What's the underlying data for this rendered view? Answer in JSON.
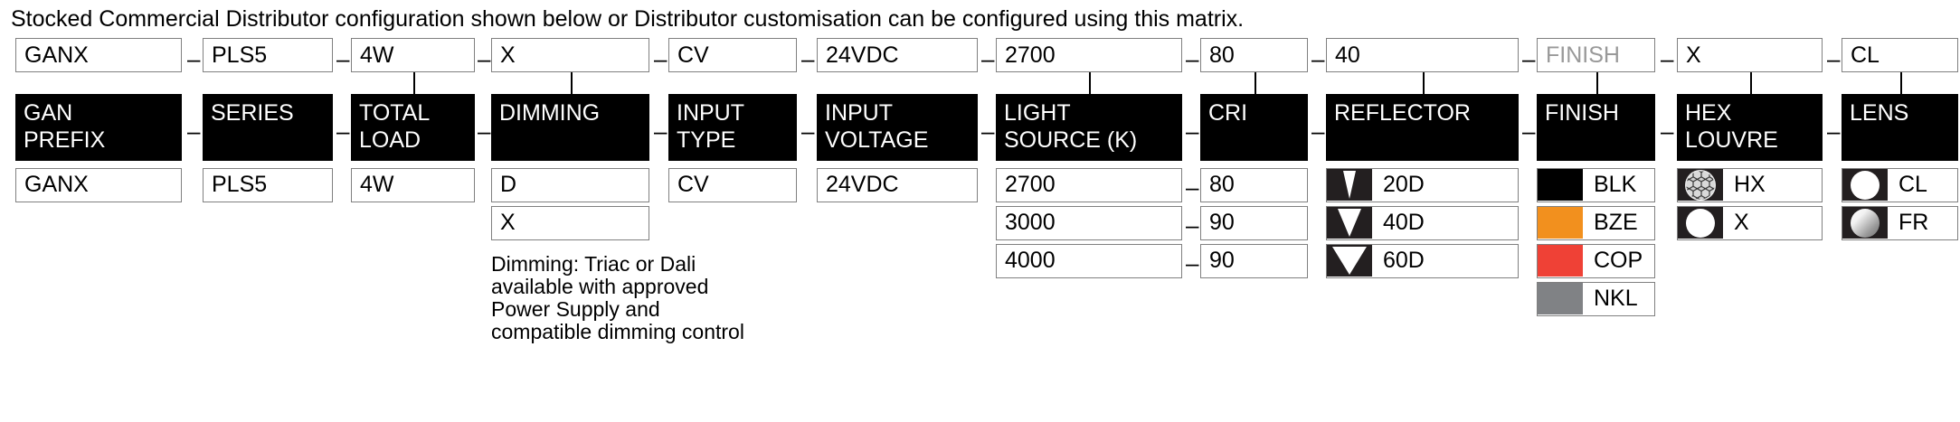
{
  "intro": "Stocked Commercial Distributor configuration shown below or Distributor customisation can be configured using this matrix.",
  "separator": "–",
  "colors": {
    "header_bg": "#000000",
    "header_text": "#ffffff",
    "box_border": "#808080",
    "placeholder_text": "#999999",
    "swatch_dark": "#231f20",
    "finish_blk": "#000000",
    "finish_bze": "#f2901e",
    "finish_cop": "#ef4136",
    "finish_nkl": "#808285"
  },
  "columns": [
    {
      "key": "gan_prefix",
      "header": "GAN\nPREFIX",
      "config_value": "GANX",
      "config_placeholder": false,
      "stem": false,
      "options": [
        {
          "label": "GANX"
        }
      ]
    },
    {
      "key": "series",
      "header": "SERIES",
      "config_value": "PLS5",
      "config_placeholder": false,
      "stem": false,
      "options": [
        {
          "label": "PLS5"
        }
      ]
    },
    {
      "key": "total_load",
      "header": "TOTAL\nLOAD",
      "config_value": "4W",
      "config_placeholder": false,
      "stem": true,
      "options": [
        {
          "label": "4W"
        }
      ]
    },
    {
      "key": "dimming",
      "header": "DIMMING",
      "config_value": "X",
      "config_placeholder": false,
      "stem": true,
      "options": [
        {
          "label": "D"
        },
        {
          "label": "X"
        }
      ],
      "note": "Dimming: Triac or Dali\navailable with approved\nPower Supply and\ncompatible dimming control"
    },
    {
      "key": "input_type",
      "header": "INPUT\nTYPE",
      "config_value": "CV",
      "config_placeholder": false,
      "stem": false,
      "options": [
        {
          "label": "CV"
        }
      ]
    },
    {
      "key": "input_voltage",
      "header": "INPUT\nVOLTAGE",
      "config_value": "24VDC",
      "config_placeholder": false,
      "stem": false,
      "options": [
        {
          "label": "24VDC"
        }
      ]
    },
    {
      "key": "light_source",
      "header": "LIGHT\nSOURCE (K)",
      "config_value": "2700",
      "config_placeholder": false,
      "stem": true,
      "options": [
        {
          "label": "2700"
        },
        {
          "label": "3000"
        },
        {
          "label": "4000"
        }
      ]
    },
    {
      "key": "cri",
      "header": "CRI",
      "config_value": "80",
      "config_placeholder": false,
      "stem": true,
      "options": [
        {
          "label": "80"
        },
        {
          "label": "90"
        },
        {
          "label": "90"
        }
      ]
    },
    {
      "key": "reflector",
      "header": "REFLECTOR",
      "config_value": "40",
      "config_placeholder": false,
      "stem": true,
      "options": [
        {
          "label": "20D",
          "icon": "beam-angle-20-icon"
        },
        {
          "label": "40D",
          "icon": "beam-angle-40-icon"
        },
        {
          "label": "60D",
          "icon": "beam-angle-60-icon"
        }
      ]
    },
    {
      "key": "finish",
      "header": "FINISH",
      "config_value": "FINISH",
      "config_placeholder": true,
      "stem": true,
      "options": [
        {
          "label": "BLK",
          "icon": "finish-swatch-black",
          "swatch_color": "#000000"
        },
        {
          "label": "BZE",
          "icon": "finish-swatch-bronze",
          "swatch_color": "#f2901e"
        },
        {
          "label": "COP",
          "icon": "finish-swatch-copper",
          "swatch_color": "#ef4136"
        },
        {
          "label": "NKL",
          "icon": "finish-swatch-nickel",
          "swatch_color": "#808285"
        }
      ]
    },
    {
      "key": "hex_louvre",
      "header": "HEX\nLOUVRE",
      "config_value": "X",
      "config_placeholder": false,
      "stem": true,
      "options": [
        {
          "label": "HX",
          "icon": "honeycomb-louvre-icon"
        },
        {
          "label": "X",
          "icon": "open-circle-icon"
        }
      ]
    },
    {
      "key": "lens",
      "header": "LENS",
      "config_value": "CL",
      "config_placeholder": false,
      "stem": true,
      "options": [
        {
          "label": "CL",
          "icon": "clear-lens-icon"
        },
        {
          "label": "FR",
          "icon": "frosted-lens-icon"
        }
      ]
    }
  ]
}
